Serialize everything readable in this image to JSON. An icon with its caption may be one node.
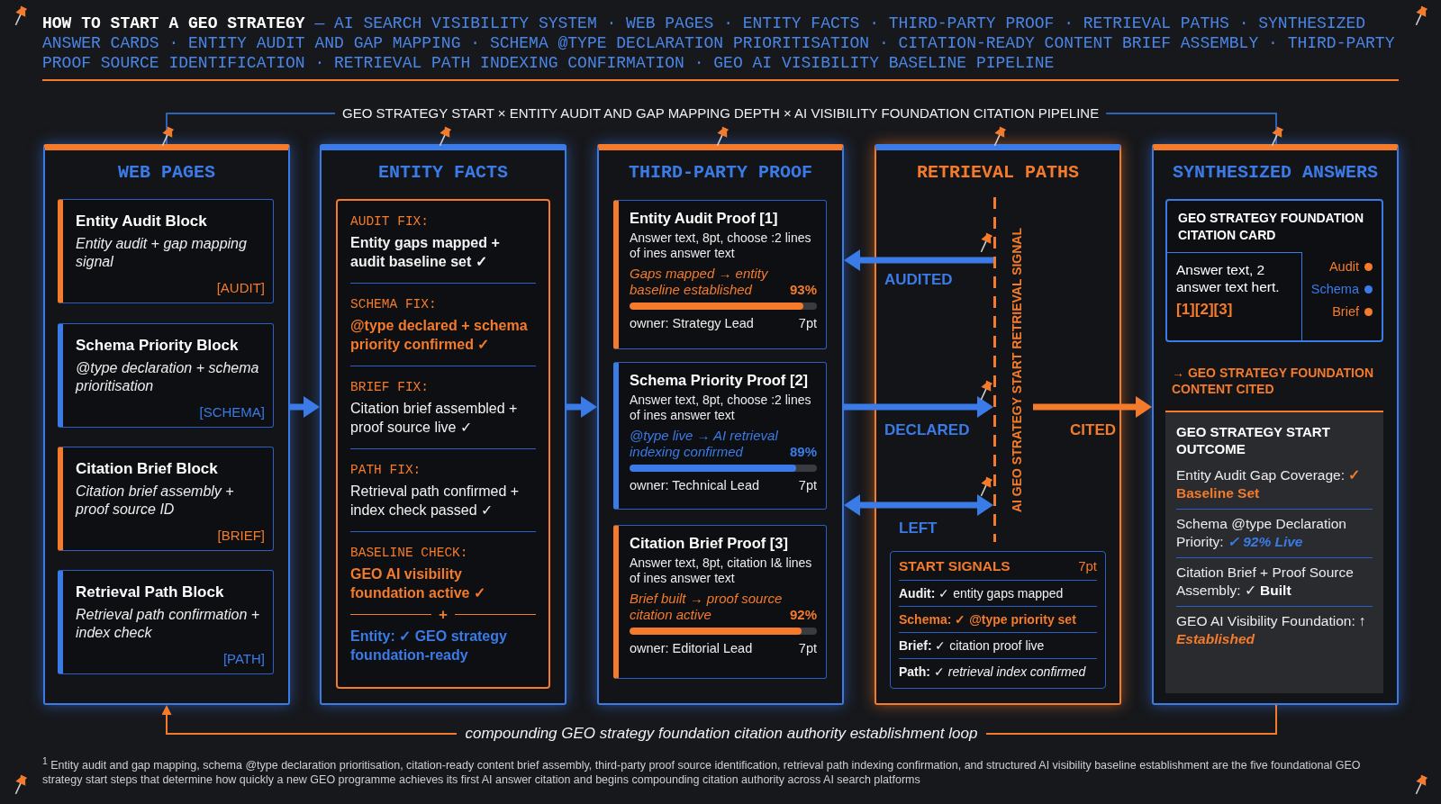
{
  "diagram": {
    "title": "**HOW TO START A GEO STRATEGY** — AI SEARCH VISIBILITY SYSTEM · WEB PAGES · ENTITY FACTS · THIRD-PARTY PROOF · RETRIEVAL PATHS · SYNTHESIZED ANSWER CARDS · ENTITY AUDIT AND GAP MAPPING · SCHEMA @TYPE DECLARATION PRIORITISATION · CITATION-READY CONTENT BRIEF ASSEMBLY · THIRD-PARTY PROOF SOURCE IDENTIFICATION · RETRIEVAL PATH INDEXING CONFIRMATION · GEO AI VISIBILITY BASELINE PIPELINE",
    "nodes": [
      {
        "text": [
          "WEB PAGES"
        ]
      },
      {
        "text": [
          "Entity Audit Block",
          "Entity audit + gap mapping signal",
          "[AUDIT]"
        ],
        "in": 0
      },
      {
        "text": [
          "Schema Priority Block",
          "@type declaration + schema prioritisation",
          "[SCHEMA]"
        ],
        "in": 0
      },
      {
        "text": [
          "Citation Brief Block",
          "Citation brief assembly + proof source ID",
          "[BRIEF]"
        ],
        "in": 0
      },
      {
        "text": [
          "Retrieval Path Block",
          "Retrieval path confirmation + index check",
          "[PATH]"
        ],
        "in": 0
      },
      {
        "text": [
          "ENTITY FACTS"
        ]
      },
      {
        "text": [
          "AUDIT FIX:",
          "Entity gaps mapped + audit baseline set ✓",
          "SCHEMA FIX:",
          "@type declared + schema priority confirmed ✓",
          "BRIEF FIX:",
          "Citation brief assembled + proof source live ✓",
          "PATH FIX:",
          "Retrieval path confirmed + index check passed ✓",
          "BASELINE CHECK:",
          "GEO AI visibility foundation active ✓",
          "+",
          "Entity: ✓ GEO strategy foundation-ready"
        ],
        "in": 5
      },
      {
        "text": [
          "THIRD-PARTY PROOF"
        ]
      },
      {
        "text": [
          "Entity Audit Proof [1]",
          "Answer text, 8pt, choose :2 lines of ines answer text",
          "Gaps mapped → entity baseline established",
          "93%",
          "owner: Strategy Lead",
          "7pt"
        ],
        "in": 7
      },
      {
        "text": [
          "Schema Priority Proof [2]",
          "Answer text, 8pt, choose :2 lines of ines answer text",
          "@type live → AI retrieval indexing confirmed",
          "89%",
          "owner: Technical Lead",
          "7pt"
        ],
        "in": 7
      },
      {
        "text": [
          "Citation Brief Proof [3]",
          "Answer text, 8pt, citation I& lines of ines answer text",
          "Brief built → proof source citation active",
          "92%",
          "owner: Editorial Lead",
          "7pt"
        ],
        "in": 7
      },
      {
        "text": [
          "RETRIEVAL PATHS"
        ]
      },
      {
        "text": [
          "AI GEO STRATEGY START RETRIEVAL SIGNAL"
        ],
        "in": 11
      },
      {
        "text": [
          "START SIGNALS",
          "7pt",
          "**Audit:** ✓ entity gaps mapped",
          "Schema: ✓ @type priority set",
          "**Brief:** ✓ citation proof live",
          "**Path:** ✓ *retrieval index confirmed*"
        ],
        "in": 11
      },
      {
        "text": [
          "SYNTHESIZED ANSWERS",
          "→ GEO STRATEGY FOUNDATION CONTENT CITED"
        ]
      },
      {
        "text": [
          "GEO STRATEGY FOUNDATION CITATION CARD",
          "Audit",
          "Schema",
          "Brief"
        ],
        "in": 14
      },
      {
        "text": [
          "Answer text, 2 answer text hert.",
          "[1][2][3]"
        ],
        "in": 15
      },
      {
        "text": [
          "GEO STRATEGY START OUTCOME",
          "Entity Audit Gap Coverage: **✓ Baseline Set**",
          "Schema @type Declaration Priority: **✓ 92% Live**",
          "Citation Brief + Proof Source Assembly: ✓ **Built**",
          "GEO AI Visibility Foundation: ↑ **Established**"
        ],
        "in": 14
      }
    ],
    "edges": [
      {
        "from": 0,
        "to": 5,
        "arrow": "to"
      },
      {
        "from": 5,
        "to": 7,
        "arrow": "to"
      },
      {
        "from": 12,
        "to": 7,
        "arrow": "to",
        "label": "AUDITED"
      },
      {
        "from": 7,
        "to": 12,
        "arrow": "to",
        "label": "DECLARED"
      },
      {
        "from": 7,
        "to": 12,
        "arrow": "both",
        "label": "LEFT"
      },
      {
        "from": 12,
        "to": 14,
        "arrow": "to",
        "label": "CITED",
        "color": "#f37b2b"
      },
      {
        "from": 14,
        "to": 0,
        "arrow": "to",
        "label": "compounding GEO strategy foundation citation authority establishment loop",
        "color": "#f37b2b"
      }
    ],
    "labels": [
      "GEO STRATEGY START × ENTITY AUDIT AND GAP MAPPING DEPTH × AI VISIBILITY FOUNDATION CITATION PIPELINE",
      "$^{1}$ Entity audit and gap mapping, schema @type declaration prioritisation, citation-ready content brief assembly, third-party proof source identification, retrieval path indexing confirmation, and structured AI visibility baseline establishment are the five foundational GEO strategy start steps that determine how quickly a new GEO programme achieves its first AI answer citation and begins compounding citation authority across AI search platforms"
    ]
  }
}
